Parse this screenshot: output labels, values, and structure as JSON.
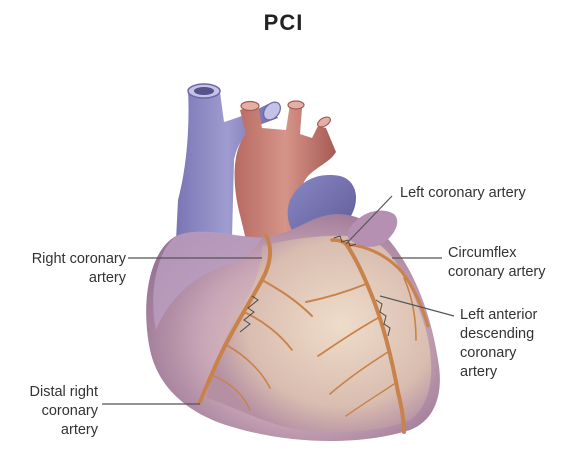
{
  "title": "PCI",
  "labels": {
    "right_coronary": [
      "Right coronary",
      "artery"
    ],
    "distal_right_coronary": [
      "Distal right",
      "coronary",
      "artery"
    ],
    "left_coronary": [
      "Left coronary artery"
    ],
    "circumflex": [
      "Circumflex",
      "coronary artery"
    ],
    "left_anterior_descending": [
      "Left anterior",
      "descending",
      "coronary",
      "artery"
    ]
  }
}
